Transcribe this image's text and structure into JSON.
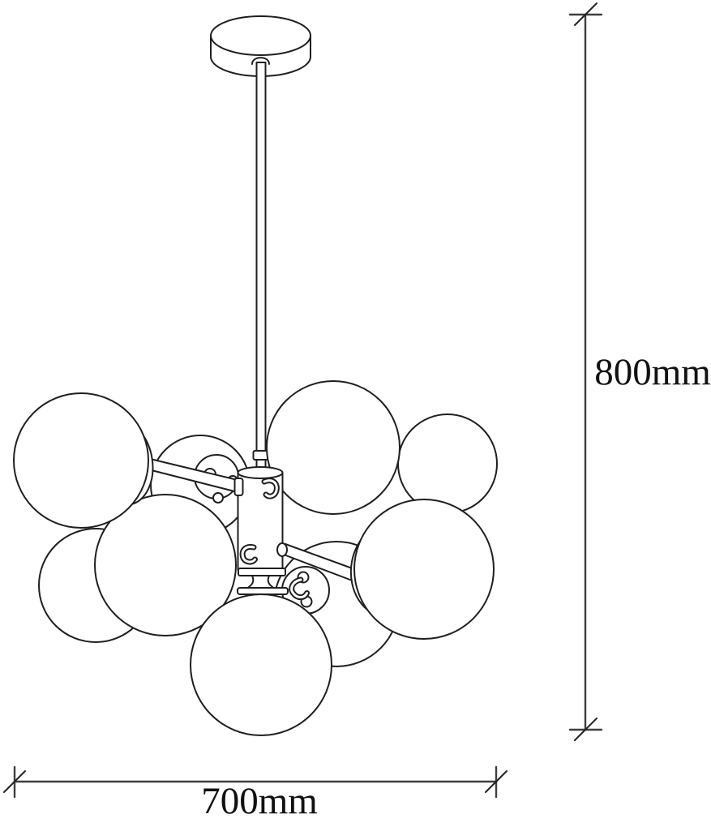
{
  "page": {
    "background_color": "#ffffff"
  },
  "drawing": {
    "subject": "Technical dimension line drawing of a multi-globe sputnik chandelier pendant lamp",
    "style": "thin black outlines on white, no shading",
    "line_color": "#1f1f1f",
    "dimension_line_color": "#3f3f3f",
    "label_color": "#111111",
    "globe_count": 9,
    "parts": [
      "ceiling-canopy",
      "stem-rod",
      "stem-collar",
      "central-hub",
      "support-arms",
      "hooks",
      "globe-fitter-plates",
      "glass-globes"
    ]
  },
  "dimensions": {
    "height": {
      "label": "800mm",
      "orientation": "vertical"
    },
    "width": {
      "label": "700mm",
      "orientation": "horizontal"
    }
  }
}
